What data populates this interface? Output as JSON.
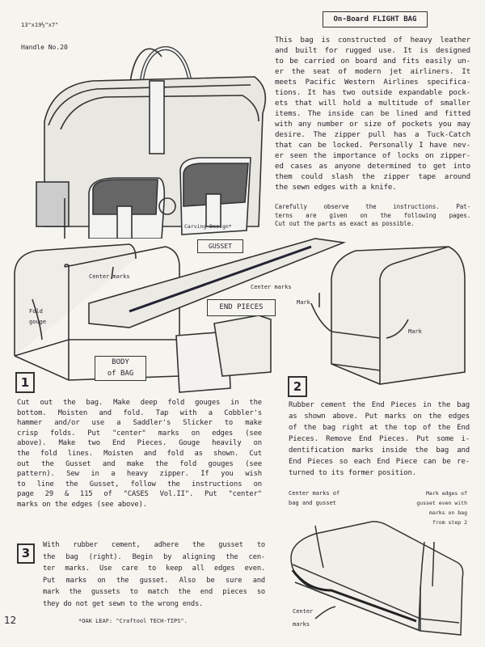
{
  "header": {
    "dimensions": "13\"x19½\"x7\"",
    "handle": "Handle No.20",
    "title": "On-Board FLIGHT BAG",
    "carving_caption": "Carving Design*"
  },
  "intro": {
    "lines": [
      "This bag is constructed of heavy leather",
      "and built for rugged use. It is designed",
      "to be carried on board and fits easily un-",
      "er the seat of modern jet airliners. It",
      "meets Pacific Western Airlines specifica-",
      "tions. It has two outside expandable pock-",
      "ets that will hold a multitude of smaller",
      "items. The inside can be lined and fitted",
      "with any number or size of pockets you may",
      "desire. The zipper pull has a Tuck-Catch",
      "that can be locked. Personally I have nev-",
      "er seen the importance of locks on zipper-",
      "ed cases as anyone determined to get into",
      "them could slash the zipper tape around",
      "the sewn edges with a knife."
    ],
    "instructions": [
      "Carefully observe the instructions. Pat-",
      "terns are given on the following pages.",
      "Cut out the parts as exact as possible."
    ]
  },
  "diagram1": {
    "gusset": "GUSSET",
    "end_pieces": "END PIECES",
    "body_line1": "BODY",
    "body_line2": "of BAG",
    "center_marks_a": "Center marks",
    "center_marks_b": "Center marks",
    "fold_line1": "Fold",
    "fold_line2": "gouge",
    "mark_a": "Mark",
    "mark_b": "Mark"
  },
  "steps": [
    {
      "number": "1",
      "lines": [
        "Cut out the bag. Make deep fold gouges in the",
        "bottom. Moisten and fold. Tap with a Cobbler's",
        "hammer and/or use a Saddler's Slicker to make",
        "crisp folds. Put \"center\" marks on edges (see",
        "above). Make two End Pieces. Gouge heavily on",
        "the fold lines. Moisten and fold as shown. Cut",
        "out the Gusset and make the fold gouges (see",
        "pattern). Sew in a heavy zipper. If you wish",
        "to line the Gusset, follow the instructions on",
        "page 29 & 115 of \"CASES Vol.II\". Put \"center\"",
        "marks on the edges (see above)."
      ]
    },
    {
      "number": "2",
      "lines": [
        "Rubber cement the End Pieces in the bag",
        "as shown above. Put marks on the edges",
        "of the bag right at the top of the End",
        "Pieces. Remove End Pieces. Put some i-",
        "dentification marks inside the bag and",
        "End Pieces so each End Piece can be re-",
        "turned to its former position."
      ]
    },
    {
      "number": "3",
      "lines": [
        "With rubber cement, adhere the gusset to",
        "the bag (right). Begin by aligning the cen-",
        "ter marks. Use care to keep all edges even.",
        "Put marks on the gusset. Also be sure and",
        "mark the gussets to match the end pieces so",
        "they do not get sewn to the wrong ends."
      ]
    }
  ],
  "diagram3": {
    "center_of_bag": [
      "Center marks of",
      "bag and gusset"
    ],
    "mark_edges": [
      "Mark edges of",
      "gusset even with",
      "marks on bag",
      "from step 2"
    ],
    "center_marks": [
      "Center",
      "marks"
    ]
  },
  "footer": {
    "page_number": "12",
    "footnote": "*OAK LEAF: \"Craftool TECH-TIPS\"."
  }
}
